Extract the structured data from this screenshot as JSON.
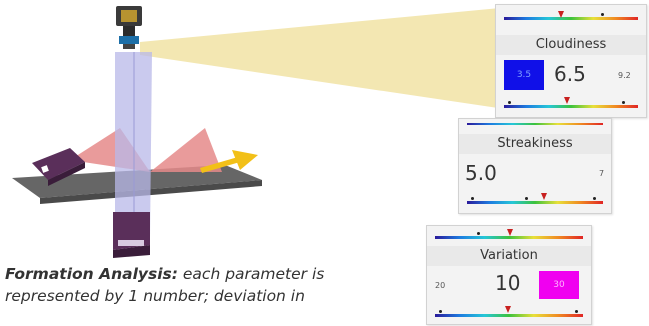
{
  "panels": {
    "cloudiness": {
      "title": "Cloudiness",
      "value": "6.5",
      "min_value": "3.5",
      "max_value": "9.2",
      "min_box_color": "#1010e8"
    },
    "streakiness": {
      "title": "Streakiness",
      "value": "5.0",
      "max_value": "7"
    },
    "variation": {
      "title": "Variation",
      "value": "10",
      "min_value": "20",
      "max_value": "30",
      "max_box_color": "#f000f0"
    }
  },
  "caption": {
    "lead": "Formation Analysis:",
    "text": " each parameter is represented by 1 number; deviation in"
  },
  "colors": {
    "beam": "#f3e7b2",
    "camera": "#3a3a3a",
    "conveyor": "#666666",
    "light_sheet": "#b8b8e8",
    "reflection": "#e58a8a",
    "arrow": "#f2c018",
    "marker": "#c8201f"
  },
  "icons": [
    "camera-icon",
    "light-source-icon",
    "direction-arrow-icon"
  ]
}
